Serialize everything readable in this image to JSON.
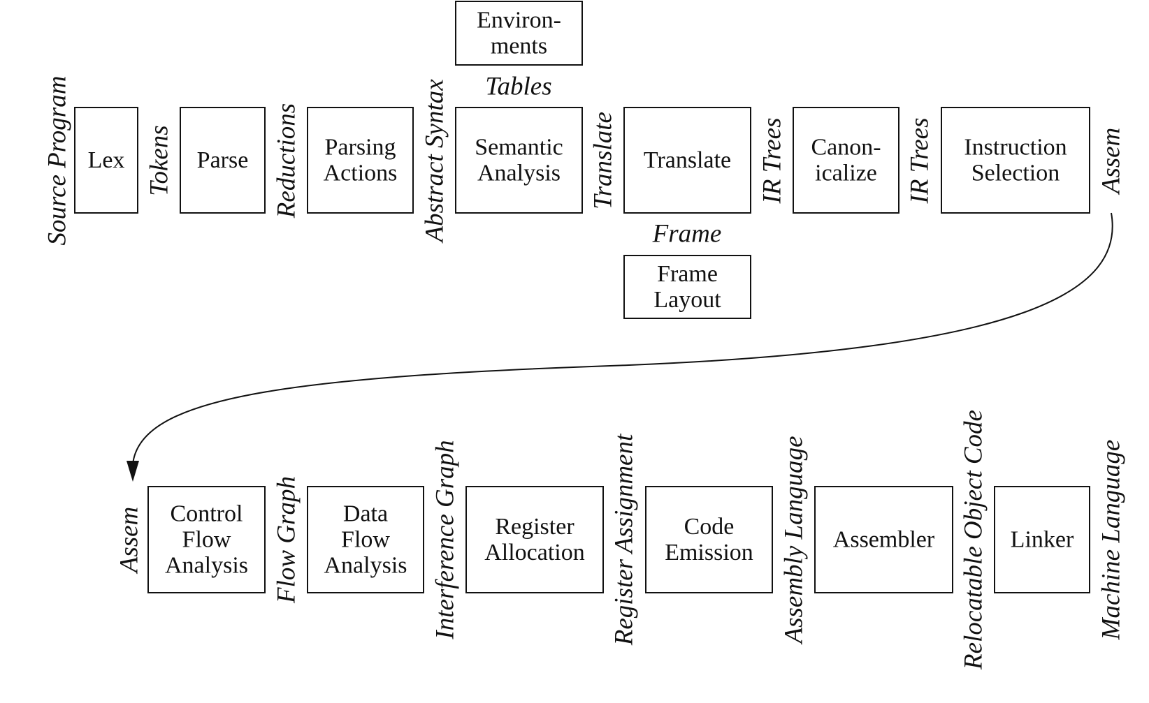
{
  "phases": [
    {
      "id": "lex",
      "lines": [
        "Lex"
      ]
    },
    {
      "id": "parse",
      "lines": [
        "Parse"
      ]
    },
    {
      "id": "parsing-actions",
      "lines": [
        "Parsing",
        "Actions"
      ]
    },
    {
      "id": "semantic-analysis",
      "lines": [
        "Semantic",
        "Analysis"
      ]
    },
    {
      "id": "translate",
      "lines": [
        "Translate"
      ]
    },
    {
      "id": "canonicalize",
      "lines": [
        "Canon-",
        "icalize"
      ]
    },
    {
      "id": "instruction-selection",
      "lines": [
        "Instruction",
        "Selection"
      ]
    },
    {
      "id": "environments",
      "lines": [
        "Environ-",
        "ments"
      ]
    },
    {
      "id": "frame-layout",
      "lines": [
        "Frame",
        "Layout"
      ]
    },
    {
      "id": "control-flow-analysis",
      "lines": [
        "Control",
        "Flow",
        "Analysis"
      ]
    },
    {
      "id": "data-flow-analysis",
      "lines": [
        "Data",
        "Flow",
        "Analysis"
      ]
    },
    {
      "id": "register-allocation",
      "lines": [
        "Register",
        "Allocation"
      ]
    },
    {
      "id": "code-emission",
      "lines": [
        "Code",
        "Emission"
      ]
    },
    {
      "id": "assembler",
      "lines": [
        "Assembler"
      ]
    },
    {
      "id": "linker",
      "lines": [
        "Linker"
      ]
    }
  ],
  "data_labels": [
    {
      "id": "source-program",
      "text": "Source Program"
    },
    {
      "id": "tokens",
      "text": "Tokens"
    },
    {
      "id": "reductions",
      "text": "Reductions"
    },
    {
      "id": "abstract-syntax",
      "text": "Abstract Syntax"
    },
    {
      "id": "translate-data",
      "text": "Translate"
    },
    {
      "id": "ir-trees-1",
      "text": "IR Trees"
    },
    {
      "id": "ir-trees-2",
      "text": "IR Trees"
    },
    {
      "id": "assem-1",
      "text": "Assem"
    },
    {
      "id": "tables",
      "text": "Tables"
    },
    {
      "id": "frame",
      "text": "Frame"
    },
    {
      "id": "assem-2",
      "text": "Assem"
    },
    {
      "id": "flow-graph",
      "text": "Flow Graph"
    },
    {
      "id": "interference-graph",
      "text": "Interference Graph"
    },
    {
      "id": "register-assignment",
      "text": "Register Assignment"
    },
    {
      "id": "assembly-language",
      "text": "Assembly Language"
    },
    {
      "id": "relocatable-object-code",
      "text": "Relocatable Object Code"
    },
    {
      "id": "machine-language",
      "text": "Machine Language"
    }
  ]
}
